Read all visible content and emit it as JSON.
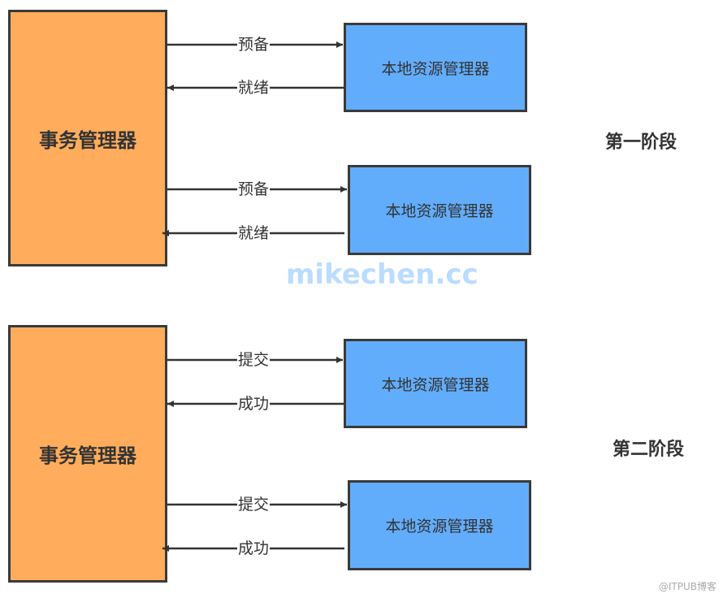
{
  "phases": [
    {
      "stage_label": "第一阶段",
      "transaction_manager": "事务管理器",
      "resource_managers": [
        {
          "label": "本地资源管理器",
          "request": "预备",
          "response": "就绪"
        },
        {
          "label": "本地资源管理器",
          "request": "预备",
          "response": "就绪"
        }
      ]
    },
    {
      "stage_label": "第二阶段",
      "transaction_manager": "事务管理器",
      "resource_managers": [
        {
          "label": "本地资源管理器",
          "request": "提交",
          "response": "成功"
        },
        {
          "label": "本地资源管理器",
          "request": "提交",
          "response": "成功"
        }
      ]
    }
  ],
  "watermark": "mikechen.cc",
  "credit": "@ITPUB博客",
  "colors": {
    "transaction_manager_fill": "#ffad5c",
    "resource_manager_fill": "#62adfb",
    "stroke": "#3a3a3a",
    "watermark": "#b9dcff"
  }
}
